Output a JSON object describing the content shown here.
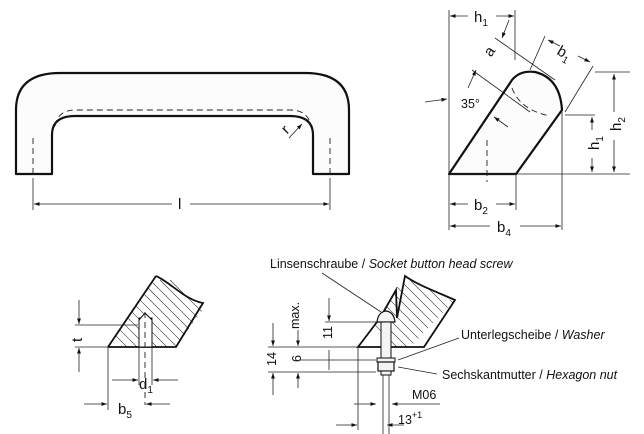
{
  "drawing": {
    "front_view": {
      "length_label": "l",
      "radius_label": "r"
    },
    "side_view": {
      "angle_label": "35°",
      "a_label": "a",
      "b1": {
        "base": "b",
        "sub": "1"
      },
      "h1_top": {
        "base": "h",
        "sub": "1"
      },
      "h1_right": {
        "base": "h",
        "sub": "1"
      },
      "h2": {
        "base": "h",
        "sub": "2"
      },
      "b2": {
        "base": "b",
        "sub": "2"
      },
      "b4": {
        "base": "b",
        "sub": "4"
      }
    },
    "threaded_detail": {
      "t_label": "t",
      "d1": {
        "base": "d",
        "sub": "1"
      },
      "b5": {
        "base": "b",
        "sub": "5"
      }
    },
    "screw_detail": {
      "screw_de": "Linsenschraube",
      "screw_en": "Socket button head screw",
      "washer_de": "Unterlegscheibe",
      "washer_en": "Washer",
      "nut_de": "Sechskantmutter",
      "nut_en": "Hexagon nut",
      "separator": " / ",
      "dim_max": "max.",
      "dim_11": "11",
      "dim_14": "14",
      "dim_6": "6",
      "thread": "M06",
      "dim_13": "13",
      "dim_13_tol": "+1"
    }
  }
}
